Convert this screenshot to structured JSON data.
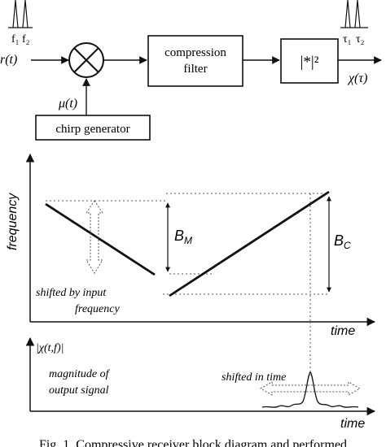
{
  "block_diagram": {
    "input_freq_labels": [
      "f₁",
      "f₂"
    ],
    "input_signal": "r(t)",
    "mixer_symbol": "⊗",
    "chirp_signal": "μ(t)",
    "chirp_block": "chirp generator",
    "filter_block_line1": "compression",
    "filter_block_line2": "filter",
    "magnitude_block": "|*|²",
    "output_time_labels": [
      "τ₁",
      "τ₂"
    ],
    "output_signal": "χ(τ)"
  },
  "frequency_plot": {
    "y_axis_label": "frequency",
    "x_axis_label": "time",
    "bandwidth_m": "B_M",
    "bandwidth_c": "B_C",
    "note_line1": "shifted by input",
    "note_line2": "frequency"
  },
  "magnitude_plot": {
    "y_axis_label": "|χ(t,f)|",
    "x_axis_label": "time",
    "note_line1": "magnitude of",
    "note_line2": "output signal",
    "shift_note": "shifted in time"
  },
  "caption": "Fig. 1. Compressive receiver block diagram and performed"
}
